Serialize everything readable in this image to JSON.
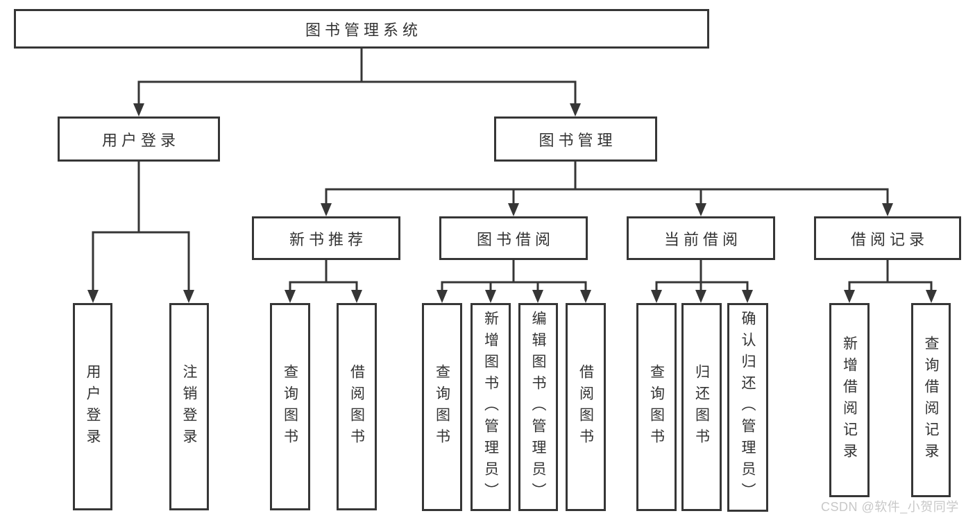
{
  "tree": {
    "label": "图书管理系统",
    "children": [
      {
        "label": "用户登录",
        "children": [
          {
            "label": "用户登录"
          },
          {
            "label": "注销登录"
          }
        ]
      },
      {
        "label": "图书管理",
        "children": [
          {
            "label": "新书推荐",
            "children": [
              {
                "label": "查询图书"
              },
              {
                "label": "借阅图书"
              }
            ]
          },
          {
            "label": "图书借阅",
            "children": [
              {
                "label": "查询图书"
              },
              {
                "label": "新增图书（管理员）"
              },
              {
                "label": "编辑图书（管理员）"
              },
              {
                "label": "借阅图书"
              }
            ]
          },
          {
            "label": "当前借阅",
            "children": [
              {
                "label": "查询图书"
              },
              {
                "label": "归还图书"
              },
              {
                "label": "确认归还（管理员）"
              }
            ]
          },
          {
            "label": "借阅记录",
            "children": [
              {
                "label": "新增借阅记录"
              },
              {
                "label": "查询借阅记录"
              }
            ]
          }
        ]
      }
    ]
  },
  "watermark": {
    "text": "CSDN @软件_小贺同学"
  },
  "colors": {
    "line": "#363636",
    "text": "#333333",
    "watermark": "#c8c8c8",
    "background": "#ffffff"
  }
}
